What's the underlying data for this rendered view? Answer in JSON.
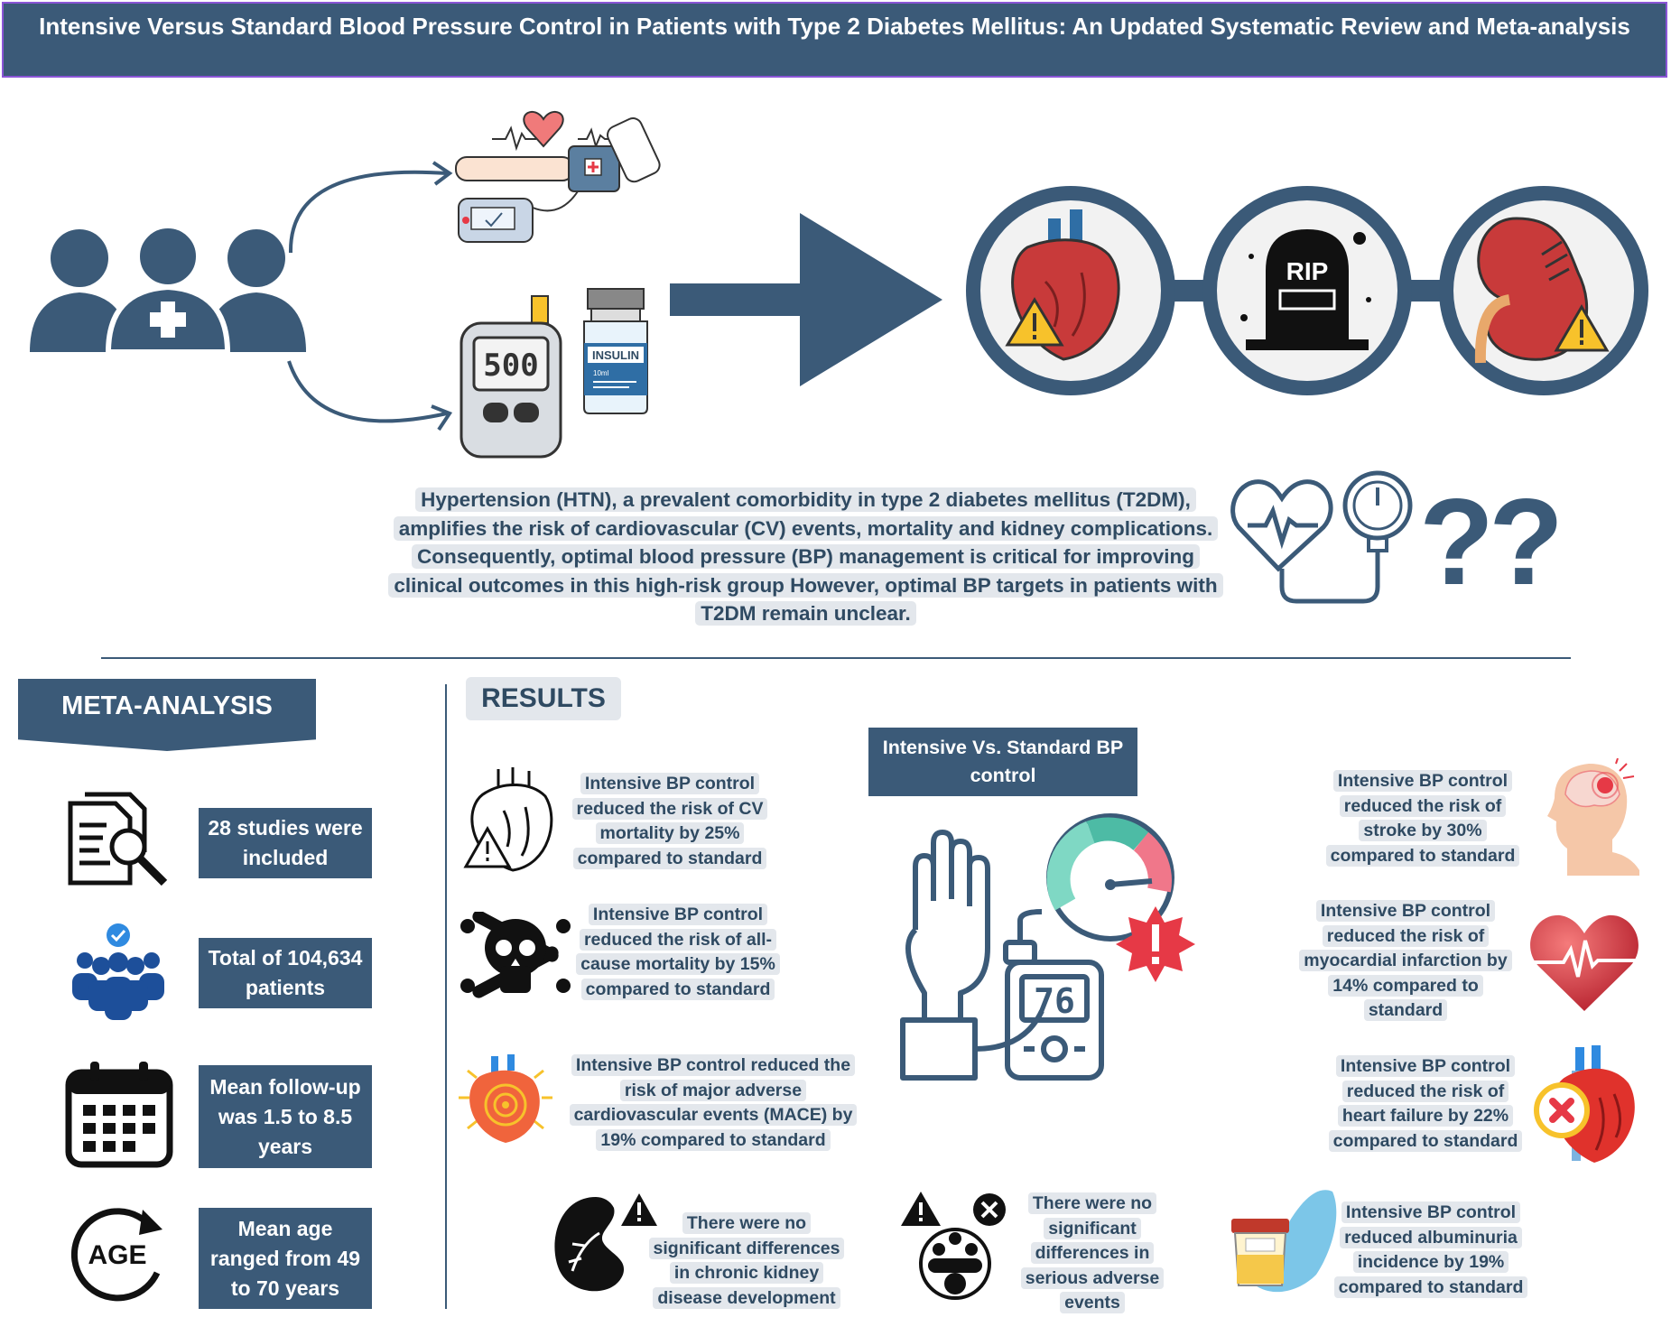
{
  "title": "Intensive Versus Standard Blood Pressure Control in Patients with Type 2 Diabetes Mellitus: An Updated Systematic Review and Meta-analysis",
  "intro_text": "Hypertension (HTN), a prevalent comorbidity in type 2 diabetes mellitus (T2DM), amplifies the risk of cardiovascular (CV) events, mortality and kidney complications. Consequently, optimal blood pressure (BP) management is critical for improving clinical outcomes in this high-risk group However, optimal BP targets in patients with T2DM remain unclear.",
  "question_marks": "??",
  "glucometer_reading": "500",
  "insulin_label": "INSULIN",
  "insulin_volume": "10ml",
  "tombstone_label": "RIP",
  "bp_monitor_reading": "76",
  "meta": {
    "heading": "META-ANALYSIS",
    "items": [
      {
        "icon": "document-search-icon",
        "text": "28 studies were included"
      },
      {
        "icon": "group-check-icon",
        "text": "Total of 104,634 patients"
      },
      {
        "icon": "calendar-icon",
        "text": "Mean follow-up was 1.5 to 8.5 years"
      },
      {
        "icon": "age-icon",
        "icon_text": "AGE",
        "text": "Mean age ranged from 49 to 70 years"
      }
    ]
  },
  "results": {
    "heading": "RESULTS",
    "center_label": "Intensive Vs. Standard BP control",
    "cv_mortality": "Intensive BP control reduced the risk of CV mortality by 25% compared to standard",
    "all_cause": "Intensive BP control reduced the risk of all-cause mortality by 15% compared to standard",
    "mace": "Intensive BP control reduced the risk of major adverse cardiovascular events (MACE) by 19% compared to standard",
    "ckd": "There were no significant differences in chronic kidney disease development",
    "serious_ae": "There were no significant differences in serious adverse events",
    "stroke": "Intensive BP control reduced the risk of stroke by 30% compared to standard",
    "mi": "Intensive BP control reduced the risk of myocardial infarction by 14% compared to standard",
    "hf": "Intensive BP control reduced the risk of heart failure by 22% compared to standard",
    "albuminuria": "Intensive BP control reduced albuminuria incidence by 19% compared to standard"
  },
  "colors": {
    "primary": "#3b5a78",
    "highlight": "#e3e7ec",
    "alert_red": "#e63946",
    "warning_yellow": "#f7c22b"
  }
}
